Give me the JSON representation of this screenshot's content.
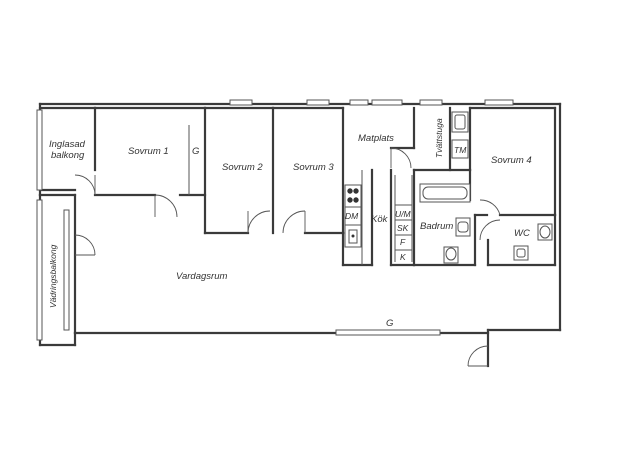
{
  "rooms": {
    "inglasad_balkong_line1": "Inglasad",
    "inglasad_balkong_line2": "balkong",
    "sovrum1": "Sovrum 1",
    "g_closet": "G",
    "sovrum2": "Sovrum 2",
    "sovrum3": "Sovrum 3",
    "matplats": "Matplats",
    "tvattstuga": "Tvättstuga",
    "tm": "TM",
    "sovrum4": "Sovrum 4",
    "dm": "DM",
    "kok": "Kök",
    "um": "U/M",
    "sk": "SK",
    "f": "F",
    "k": "K",
    "badrum": "Badrum",
    "wc": "WC",
    "vadringsbalkong": "Vädringsbalkong",
    "vardagsrum": "Vardagsrum",
    "g_hall": "G"
  }
}
